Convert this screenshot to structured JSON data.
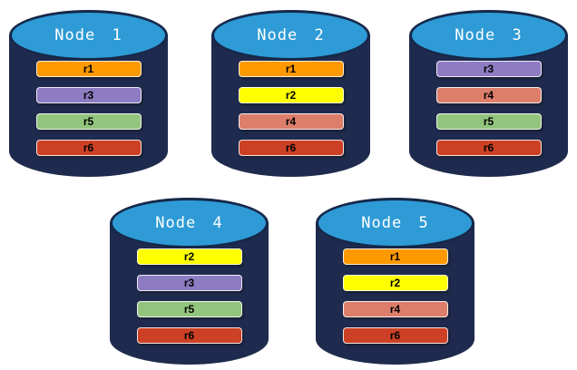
{
  "diagram": {
    "description": "Five database node cylinders holding colored replica ranges",
    "colors": {
      "cylinder_body": "#1F2B4E",
      "cylinder_top_fill": "#2E9BD6",
      "cylinder_top_border": "#16284A",
      "node_label_text": "#FFFFFF",
      "bar_label_text": "#000000"
    },
    "range_colors": {
      "r1": "#FF9900",
      "r2": "#FFFF00",
      "r3": "#8E7CC3",
      "r4": "#DD7E6B",
      "r5": "#93C47D",
      "r6": "#CC4125"
    },
    "nodes": [
      {
        "label": "Node 1",
        "replicas": [
          "r1",
          "r3",
          "r5",
          "r6"
        ]
      },
      {
        "label": "Node 2",
        "replicas": [
          "r1",
          "r2",
          "r4",
          "r6"
        ]
      },
      {
        "label": "Node 3",
        "replicas": [
          "r3",
          "r4",
          "r5",
          "r6"
        ]
      },
      {
        "label": "Node 4",
        "replicas": [
          "r2",
          "r3",
          "r5",
          "r6"
        ]
      },
      {
        "label": "Node 5",
        "replicas": [
          "r1",
          "r2",
          "r4",
          "r6"
        ]
      }
    ]
  }
}
